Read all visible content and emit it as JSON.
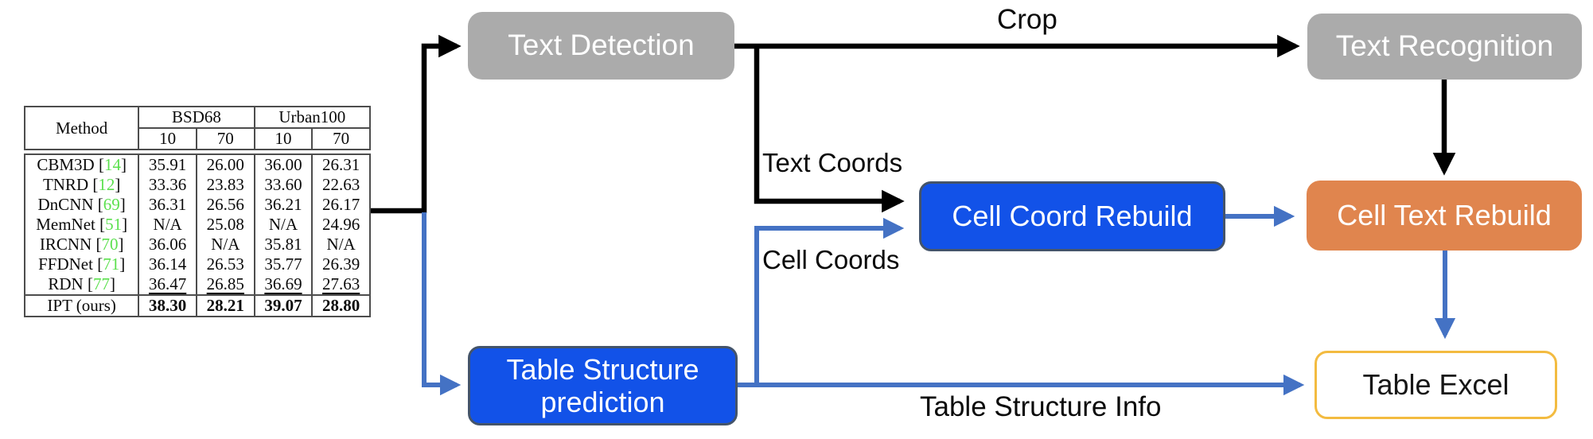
{
  "diagram": {
    "boxes": {
      "text_detection": "Text Detection",
      "text_recognition": "Text Recognition",
      "cell_coord_rebuild": "Cell Coord Rebuild",
      "cell_text_rebuild": "Cell Text Rebuild",
      "table_structure_prediction": {
        "line1": "Table Structure",
        "line2": "prediction"
      },
      "table_excel": "Table Excel"
    },
    "edge_labels": {
      "crop": "Crop",
      "text_coords": "Text Coords",
      "cell_coords": "Cell Coords",
      "table_structure_info": "Table Structure Info"
    },
    "colors": {
      "gray_box": "#ABABAB",
      "blue_box": "#1252E8",
      "blue_box_border": "#44546A",
      "orange_box": "#E0854E",
      "gold_border": "#F3BB40",
      "arrow_blue": "#4472C4",
      "arrow_black": "#000000",
      "reference_green": "#5CE04E",
      "table_line": "#4D4D4D"
    }
  },
  "table": {
    "header": {
      "method": "Method",
      "group1": "BSD68",
      "group2": "Urban100",
      "sub": [
        "10",
        "70",
        "10",
        "70"
      ]
    },
    "ref_brackets": [
      "[",
      "]"
    ],
    "rows": [
      {
        "method": "CBM3D",
        "ref": "14",
        "values": [
          "35.91",
          "26.00",
          "36.00",
          "26.31"
        ],
        "style": "normal"
      },
      {
        "method": "TNRD",
        "ref": "12",
        "values": [
          "33.36",
          "23.83",
          "33.60",
          "22.63"
        ],
        "style": "normal"
      },
      {
        "method": "DnCNN",
        "ref": "69",
        "values": [
          "36.31",
          "26.56",
          "36.21",
          "26.17"
        ],
        "style": "normal"
      },
      {
        "method": "MemNet",
        "ref": "51",
        "values": [
          "N/A",
          "25.08",
          "N/A",
          "24.96"
        ],
        "style": "normal"
      },
      {
        "method": "IRCNN",
        "ref": "70",
        "values": [
          "36.06",
          "N/A",
          "35.81",
          "N/A"
        ],
        "style": "normal"
      },
      {
        "method": "FFDNet",
        "ref": "71",
        "values": [
          "36.14",
          "26.53",
          "35.77",
          "26.39"
        ],
        "style": "normal"
      },
      {
        "method": "RDN",
        "ref": "77",
        "values": [
          "36.47",
          "26.85",
          "36.69",
          "27.63"
        ],
        "style": "underline"
      },
      {
        "method": "IPT (ours)",
        "ref": null,
        "values": [
          "38.30",
          "28.21",
          "39.07",
          "28.80"
        ],
        "style": "bold"
      }
    ]
  }
}
